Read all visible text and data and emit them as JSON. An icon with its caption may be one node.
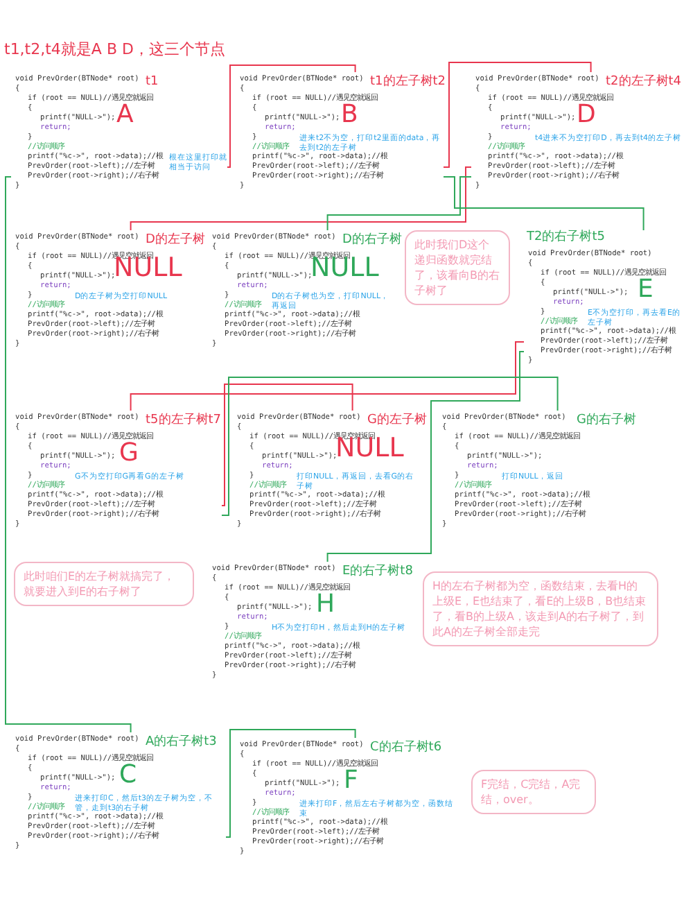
{
  "diagram": {
    "title": "t1,t2,t4就是A B D，这三个节点",
    "nodes": [
      {
        "text": [
          "void PrevOrder(BTNode* root)",
          "{",
          "if (root == NULL)//遇见空就返回",
          "{",
          "printf(\"NULL->\");",
          "return;",
          "}",
          "//访问顺序",
          "printf(\"%c->\", root->data);//根",
          "PrevOrder(root->left);//左子树",
          "PrevOrder(root->right);//右子树",
          "}",
          "t1",
          "A",
          "根在这里打印就相当于访问"
        ]
      },
      {
        "text": [
          "void PrevOrder(BTNode* root)",
          "{",
          "if (root == NULL)//遇见空就返回",
          "{",
          "printf(\"NULL->\");",
          "return;",
          "}",
          "//访问顺序",
          "printf(\"%c->\", root->data);//根",
          "PrevOrder(root->left);//左子树",
          "PrevOrder(root->right);//右子树",
          "}",
          "t1的左子树t2",
          "B",
          "进来t2不为空，打印t2里面的data，再去到t2的左子树"
        ]
      },
      {
        "text": [
          "void PrevOrder(BTNode* root)",
          "{",
          "if (root == NULL)//遇见空就返回",
          "{",
          "printf(\"NULL->\");",
          "return;",
          "}",
          "//访问顺序",
          "printf(\"%c->\", root->data);//根",
          "PrevOrder(root->left);//左子树",
          "PrevOrder(root->right);//右子树",
          "}",
          "t2的左子树t4",
          "D",
          "t4进来不为空打印D，再去到t4的左子树"
        ]
      },
      {
        "text": [
          "void PrevOrder(BTNode* root)",
          "{",
          "if (root == NULL)//遇见空就返回",
          "{",
          "printf(\"NULL->\");",
          "return;",
          "}",
          "//访问顺序",
          "printf(\"%c->\", root->data);//根",
          "PrevOrder(root->left);//左子树",
          "PrevOrder(root->right);//右子树",
          "}",
          "D的左子树",
          "NULL",
          "D的左子树为空打印NULL"
        ]
      },
      {
        "text": [
          "void PrevOrder(BTNode* root)",
          "{",
          "if (root == NULL)//遇见空就返回",
          "{",
          "printf(\"NULL->\");",
          "return;",
          "}",
          "//访问顺序",
          "printf(\"%c->\", root->data);//根",
          "PrevOrder(root->left);//左子树",
          "PrevOrder(root->right);//右子树",
          "}",
          "D的右子树",
          "NULL",
          "D的右子树也为空，打印NULL，再返回"
        ]
      },
      {
        "text": [
          "此时我们D这个递归函数就完结了，该看向B的右子树了"
        ]
      },
      {
        "text": [
          "T2的右子树t5",
          "void PrevOrder(BTNode* root)",
          "{",
          "if (root == NULL)//遇见空就返回",
          "{",
          "printf(\"NULL->\");",
          "return;",
          "}",
          "//访问顺序",
          "printf(\"%c->\", root->data);//根",
          "PrevOrder(root->left);//左子树",
          "PrevOrder(root->right);//右子树",
          "}",
          "E",
          "E不为空打印，再去看E的左子树"
        ]
      },
      {
        "text": [
          "void PrevOrder(BTNode* root)",
          "{",
          "if (root == NULL)//遇见空就返回",
          "{",
          "printf(\"NULL->\");",
          "return;",
          "}",
          "//访问顺序",
          "printf(\"%c->\", root->data);//根",
          "PrevOrder(root->left);//左子树",
          "PrevOrder(root->right);//右子树",
          "}",
          "t5的左子树t7",
          "G",
          "G不为空打印G再看G的左子树"
        ]
      },
      {
        "text": [
          "void PrevOrder(BTNode* root)",
          "{",
          "if (root == NULL)//遇见空就返回",
          "{",
          "printf(\"NULL->\");",
          "return;",
          "}",
          "//访问顺序",
          "printf(\"%c->\", root->data);//根",
          "PrevOrder(root->left);//左子树",
          "PrevOrder(root->right);//右子树",
          "}",
          "G的左子树",
          "NULL",
          "打印NULL，再返回，去看G的右子树"
        ]
      },
      {
        "text": [
          "void PrevOrder(BTNode* root)",
          "{",
          "if (root == NULL)//遇见空就返回",
          "{",
          "printf(\"NULL->\");",
          "return;",
          "}",
          "//访问顺序",
          "printf(\"%c->\", root->data);//根",
          "PrevOrder(root->left);//左子树",
          "PrevOrder(root->right);//右子树",
          "}",
          "G的右子树",
          "打印NULL，返回"
        ]
      },
      {
        "text": [
          "此时咱们E的左子树就搞完了，就要进入到E的右子树了"
        ]
      },
      {
        "text": [
          "void PrevOrder(BTNode* root)",
          "{",
          "if (root == NULL)//遇见空就返回",
          "{",
          "printf(\"NULL->\");",
          "return;",
          "}",
          "//访问顺序",
          "printf(\"%c->\", root->data);//根",
          "PrevOrder(root->left);//左子树",
          "PrevOrder(root->right);//右子树",
          "}",
          "E的右子树t8",
          "H",
          "H不为空打印H，然后走到H的左子树"
        ]
      },
      {
        "text": [
          "H的左右子树都为空，函数结束，去看H的上级E，E也结束了，看E的上级B，B也结束了，看B的上级A，该走到A的右子树了，到此A的左子树全部走完"
        ]
      },
      {
        "text": [
          "void PrevOrder(BTNode* root)",
          "{",
          "if (root == NULL)//遇见空就返回",
          "{",
          "printf(\"NULL->\");",
          "return;",
          "}",
          "//访问顺序",
          "printf(\"%c->\", root->data);//根",
          "PrevOrder(root->left);//左子树",
          "PrevOrder(root->right);//右子树",
          "}",
          "A的右子树t3",
          "C",
          "进来打印C，然后t3的左子树为空，不管，走到t3的右子树"
        ]
      },
      {
        "text": [
          "void PrevOrder(BTNode* root)",
          "{",
          "if (root == NULL)//遇见空就返回",
          "{",
          "printf(\"NULL->\");",
          "return;",
          "}",
          "//访问顺序",
          "printf(\"%c->\", root->data);//根",
          "PrevOrder(root->left);//左子树",
          "PrevOrder(root->right);//右子树",
          "}",
          "C的右子树t6",
          "F",
          "进来打印F，然后左右子树都为空，函数结束"
        ]
      },
      {
        "text": [
          "F完结，C完结，A完结，over。"
        ]
      }
    ],
    "edges": [
      {
        "from": 0,
        "to": 1,
        "arrow": "none",
        "color": "#e8364e"
      },
      {
        "from": 1,
        "to": 2,
        "arrow": "none",
        "color": "#e8364e"
      },
      {
        "from": 2,
        "to": 3,
        "arrow": "none",
        "color": "#e8364e"
      },
      {
        "from": 2,
        "to": 4,
        "arrow": "none",
        "color": "#2fa85a"
      },
      {
        "from": 1,
        "to": 6,
        "arrow": "none",
        "color": "#2fa85a"
      },
      {
        "from": 6,
        "to": 7,
        "arrow": "none",
        "color": "#e8364e"
      },
      {
        "from": 7,
        "to": 8,
        "arrow": "none",
        "color": "#e8364e"
      },
      {
        "from": 7,
        "to": 9,
        "arrow": "none",
        "color": "#2fa85a"
      },
      {
        "from": 6,
        "to": 11,
        "arrow": "none",
        "color": "#2fa85a"
      },
      {
        "from": 0,
        "to": 13,
        "arrow": "none",
        "color": "#2fa85a"
      },
      {
        "from": 13,
        "to": 14,
        "arrow": "none",
        "color": "#2fa85a"
      }
    ]
  }
}
